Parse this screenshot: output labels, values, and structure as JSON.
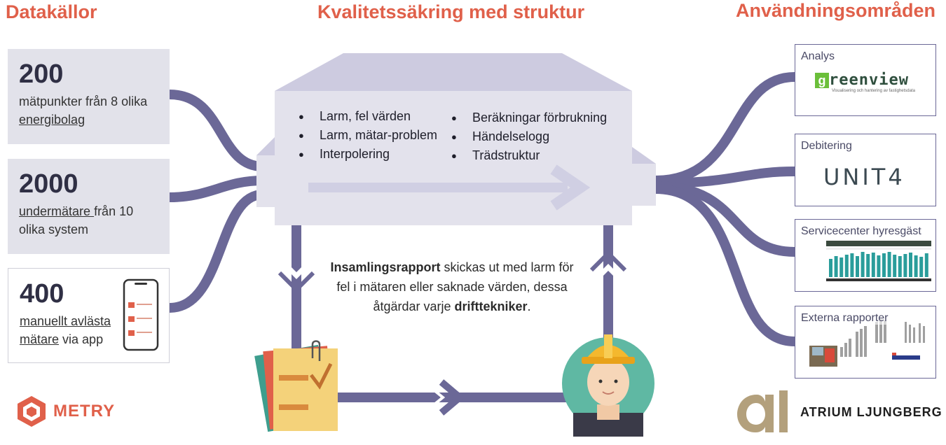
{
  "headings": {
    "sources": "Datakällor",
    "quality": "Kvalitetssäkring med struktur",
    "usage": "Användningsområden"
  },
  "sources": [
    {
      "number": "200",
      "text_parts": [
        "mätpunkter från 8 olika ",
        "energibolag",
        ""
      ]
    },
    {
      "number": "2000",
      "text_parts": [
        "",
        "undermätare ",
        "från 10 olika system"
      ]
    },
    {
      "number": "400",
      "text_parts": [
        "",
        "manuellt avlästa mätare",
        " via app"
      ]
    }
  ],
  "quality_bullets_left": [
    "Larm, fel värden",
    "Larm, mätar-problem",
    "Interpolering"
  ],
  "quality_bullets_right": [
    "Beräkningar förbrukning",
    "Händelselogg",
    "Trädstruktur"
  ],
  "report": {
    "bold1": "Insamlingsrapport",
    "text1": " skickas ut med larm för fel i mätaren eller saknade värden, dessa åtgärdar varje ",
    "bold2": "drifttekniker",
    "text2": "."
  },
  "usage": [
    {
      "label": "Analys",
      "logo": "greenview",
      "logo_text": "reenview",
      "logo_sub": "Visualisering och hantering av fastighetsdata"
    },
    {
      "label": "Debitering",
      "logo": "unit4",
      "logo_text": "UNIT4"
    },
    {
      "label": "Servicecenter hyresgäst",
      "logo": "bar-chart-thumbnail"
    },
    {
      "label": "Externa rapporter",
      "logo": "report-thumbnail"
    }
  ],
  "brands": {
    "metry": "METRY",
    "atrium": "ATRIUM LJUNGBERG"
  },
  "colors": {
    "accent": "#e0604a",
    "pipe": "#6b6897",
    "box": "#e2e2ea",
    "machine": "#d3d2e3",
    "teal": "#2a9d9b"
  }
}
